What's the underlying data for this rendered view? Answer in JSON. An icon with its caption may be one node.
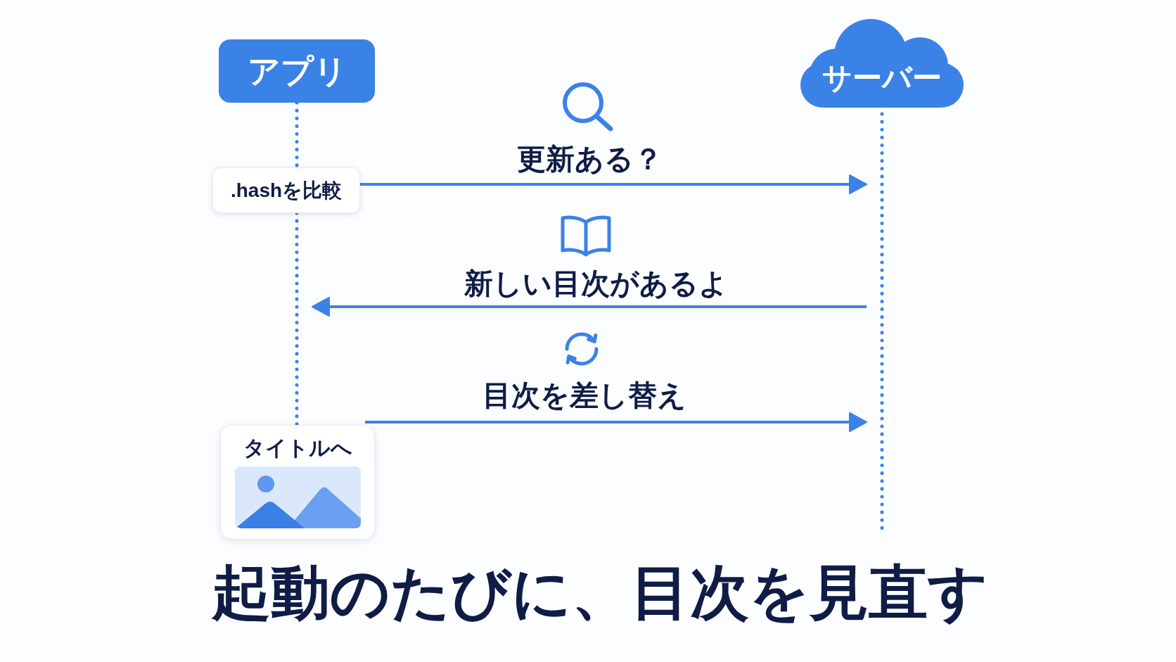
{
  "diagram": {
    "title": "起動のたびに、目次を見直す",
    "nodes": [
      {
        "text": [
          "アプリ"
        ]
      },
      {
        "text": [
          "サーバー"
        ]
      },
      {
        "text": [
          ".hashを比較"
        ]
      },
      {
        "text": [
          "タイトルへ"
        ]
      }
    ],
    "edges": [
      {
        "from": 0,
        "to": 2,
        "arrow": "none",
        "style": "dashed"
      },
      {
        "from": 2,
        "to": 3,
        "arrow": "none",
        "style": "dashed"
      },
      {
        "from": 2,
        "to": 1,
        "arrow": "to",
        "label": "更新ある？"
      },
      {
        "from": 1,
        "to": null,
        "arrow": "to",
        "label": "新しい目次があるよ"
      },
      {
        "from": 3,
        "to": 1,
        "arrow": "to",
        "label": "目次を差し替え"
      }
    ]
  }
}
